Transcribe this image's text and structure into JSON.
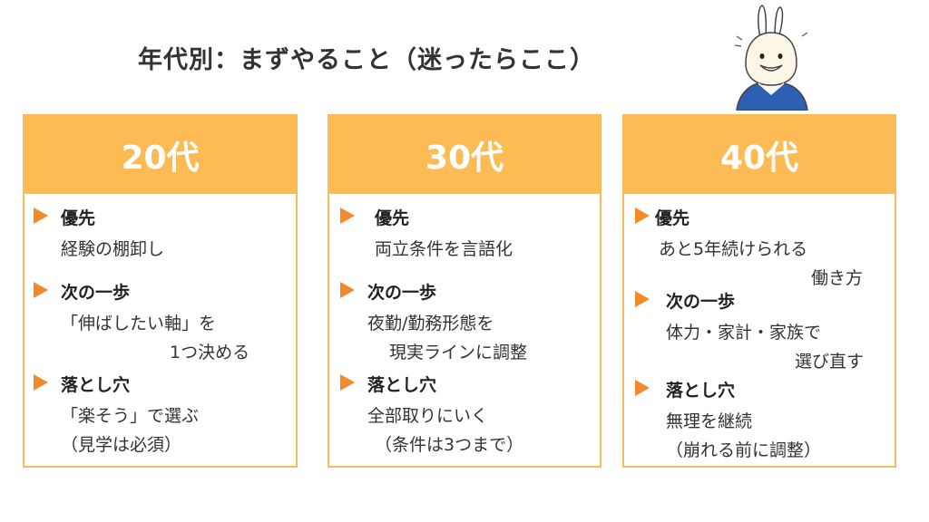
{
  "title": "年代別：まずやること（迷ったらここ）",
  "mascot": "rabbit-mascot-illustration",
  "colors": {
    "header": "#fdbb55",
    "border": "#f8bb5c",
    "arrow": "#f28a2c"
  },
  "cards": [
    {
      "header": "20代",
      "items": [
        {
          "label": "優先",
          "lines": [
            "経験の棚卸し"
          ]
        },
        {
          "label": "次の一歩",
          "lines": [
            "「伸ばしたい軸」を",
            "1つ決める"
          ]
        },
        {
          "label": "落とし穴",
          "lines": [
            "「楽そう」で選ぶ",
            "（見学は必須）"
          ]
        }
      ]
    },
    {
      "header": "30代",
      "items": [
        {
          "label": "優先",
          "lines": [
            "両立条件を言語化"
          ]
        },
        {
          "label": "次の一歩",
          "lines": [
            "夜勤/勤務形態を",
            "現実ラインに調整"
          ]
        },
        {
          "label": "落とし穴",
          "lines": [
            "全部取りにいく",
            "（条件は3つまで）"
          ]
        }
      ]
    },
    {
      "header": "40代",
      "items": [
        {
          "label": "優先",
          "lines": [
            "あと5年続けられる",
            "働き方"
          ]
        },
        {
          "label": "次の一歩",
          "lines": [
            "体力・家計・家族で",
            "選び直す"
          ]
        },
        {
          "label": "落とし穴",
          "lines": [
            "無理を継続",
            "（崩れる前に調整）"
          ]
        }
      ]
    }
  ]
}
